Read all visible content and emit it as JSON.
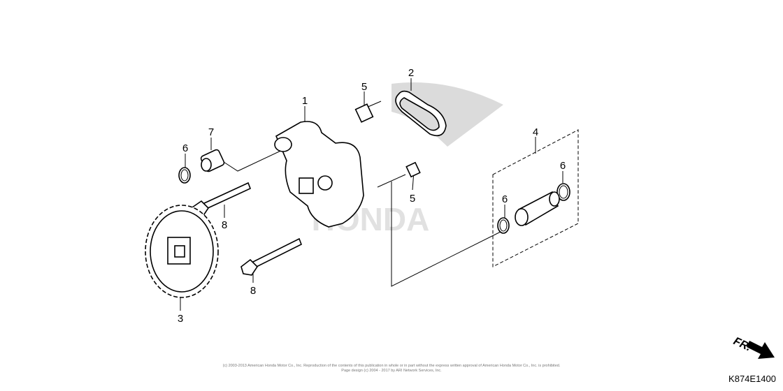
{
  "watermark": "HONDA",
  "callouts": [
    {
      "id": "1"
    },
    {
      "id": "2"
    },
    {
      "id": "3"
    },
    {
      "id": "4"
    },
    {
      "id": "5"
    },
    {
      "id": "5"
    },
    {
      "id": "6"
    },
    {
      "id": "6"
    },
    {
      "id": "6"
    },
    {
      "id": "7"
    },
    {
      "id": "8"
    },
    {
      "id": "8"
    }
  ],
  "direction_label": "FR.",
  "copyright": "(c) 2003-2013 American Honda Motor Co., Inc. Reproduction of the contents of this publication in whole or in part without the express written approval of American Honda Motor Co., Inc. is prohibited.",
  "page_design": "Page design (c) 2004 - 2017 by ARI Network Services, Inc.",
  "diagram_code": "K874E1400"
}
